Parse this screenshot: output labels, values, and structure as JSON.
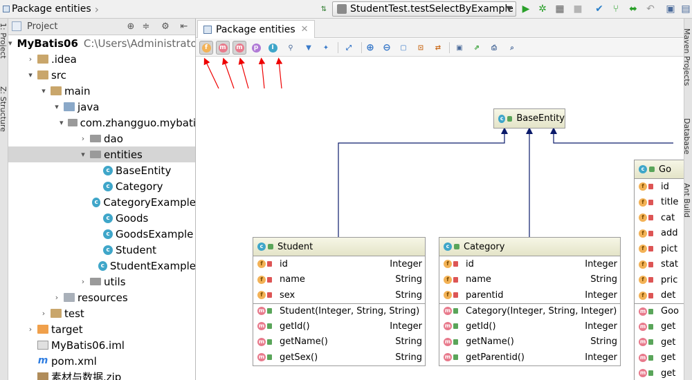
{
  "breadcrumb": {
    "title": "Package entities"
  },
  "run_config": {
    "label": "StudentTest.testSelectByExample"
  },
  "left_strip": {
    "project_tab": "1: Project",
    "structure_tab": "Z: Structure"
  },
  "project_panel": {
    "title": "Project",
    "tree": [
      {
        "label": "MyBatis06",
        "path": "C:\\Users\\Administrato",
        "icon": "module-icon",
        "depth": 0,
        "expanded": true,
        "bold": true
      },
      {
        "label": ".idea",
        "icon": "folder-icon",
        "depth": 1,
        "expanded": false
      },
      {
        "label": "src",
        "icon": "folder-icon",
        "depth": 1,
        "expanded": true
      },
      {
        "label": "main",
        "icon": "folder-icon",
        "depth": 2,
        "expanded": true
      },
      {
        "label": "java",
        "icon": "source-folder-icon",
        "depth": 3,
        "expanded": true
      },
      {
        "label": "com.zhangguo.mybati",
        "icon": "package-icon",
        "depth": 4,
        "expanded": true
      },
      {
        "label": "dao",
        "icon": "package-icon",
        "depth": 5,
        "expanded": false
      },
      {
        "label": "entities",
        "icon": "package-icon",
        "depth": 5,
        "expanded": true,
        "selected": true
      },
      {
        "label": "BaseEntity",
        "icon": "class-icon",
        "depth": 6
      },
      {
        "label": "Category",
        "icon": "class-icon",
        "depth": 6
      },
      {
        "label": "CategoryExample",
        "icon": "class-icon",
        "depth": 6
      },
      {
        "label": "Goods",
        "icon": "class-icon",
        "depth": 6
      },
      {
        "label": "GoodsExample",
        "icon": "class-icon",
        "depth": 6
      },
      {
        "label": "Student",
        "icon": "class-icon",
        "depth": 6
      },
      {
        "label": "StudentExample",
        "icon": "class-icon",
        "depth": 6
      },
      {
        "label": "utils",
        "icon": "package-icon",
        "depth": 5,
        "expanded": false
      },
      {
        "label": "resources",
        "icon": "resources-folder-icon",
        "depth": 3,
        "expanded": false
      },
      {
        "label": "test",
        "icon": "folder-icon",
        "depth": 2,
        "expanded": false
      },
      {
        "label": "target",
        "icon": "excluded-folder-icon",
        "depth": 1,
        "expanded": false
      },
      {
        "label": "MyBatis06.iml",
        "icon": "iml-file-icon",
        "depth": 1
      },
      {
        "label": "pom.xml",
        "icon": "maven-file-icon",
        "depth": 1
      },
      {
        "label": "素材与数据.zip",
        "icon": "zip-file-icon",
        "depth": 1
      }
    ]
  },
  "editor": {
    "tab_label": "Package entities",
    "toolbar": [
      {
        "name": "show-fields-button",
        "glyph": "f",
        "color": "#f3b256",
        "pressed": true
      },
      {
        "name": "show-constructors-button",
        "glyph": "m",
        "color": "#e87a8c",
        "pressed": true
      },
      {
        "name": "show-methods-button",
        "glyph": "m",
        "color": "#e87a8c",
        "pressed": true
      },
      {
        "name": "show-properties-button",
        "glyph": "p",
        "color": "#b07ad6",
        "pressed": false
      },
      {
        "name": "show-inner-classes-button",
        "glyph": "I",
        "color": "#3fa6c9",
        "pressed": false
      }
    ]
  },
  "diagram": {
    "base": {
      "name": "BaseEntity"
    },
    "classes": [
      {
        "name": "Student",
        "fields": [
          {
            "name": "id",
            "type": "Integer"
          },
          {
            "name": "name",
            "type": "String"
          },
          {
            "name": "sex",
            "type": "String"
          }
        ],
        "methods": [
          {
            "name": "Student(Integer, String, String)",
            "type": ""
          },
          {
            "name": "getId()",
            "type": "Integer"
          },
          {
            "name": "getName()",
            "type": "String"
          },
          {
            "name": "getSex()",
            "type": "String"
          }
        ]
      },
      {
        "name": "Category",
        "fields": [
          {
            "name": "id",
            "type": "Integer"
          },
          {
            "name": "name",
            "type": "String"
          },
          {
            "name": "parentid",
            "type": "Integer"
          }
        ],
        "methods": [
          {
            "name": "Category(Integer, String, Integer)",
            "type": ""
          },
          {
            "name": "getId()",
            "type": "Integer"
          },
          {
            "name": "getName()",
            "type": "String"
          },
          {
            "name": "getParentid()",
            "type": "Integer"
          }
        ]
      },
      {
        "name": "Go",
        "fields": [
          {
            "name": "id",
            "type": ""
          },
          {
            "name": "title",
            "type": ""
          },
          {
            "name": "cat",
            "type": ""
          },
          {
            "name": "add",
            "type": ""
          },
          {
            "name": "pict",
            "type": ""
          },
          {
            "name": "stat",
            "type": ""
          },
          {
            "name": "pric",
            "type": ""
          },
          {
            "name": "det",
            "type": ""
          }
        ],
        "methods": [
          {
            "name": "Goo",
            "type": ""
          },
          {
            "name": "get",
            "type": ""
          },
          {
            "name": "get",
            "type": ""
          },
          {
            "name": "get",
            "type": ""
          },
          {
            "name": "get",
            "type": ""
          }
        ]
      }
    ]
  },
  "right_strip": {
    "maven": "Maven Projects",
    "database": "Database",
    "ant": "Ant Build"
  }
}
